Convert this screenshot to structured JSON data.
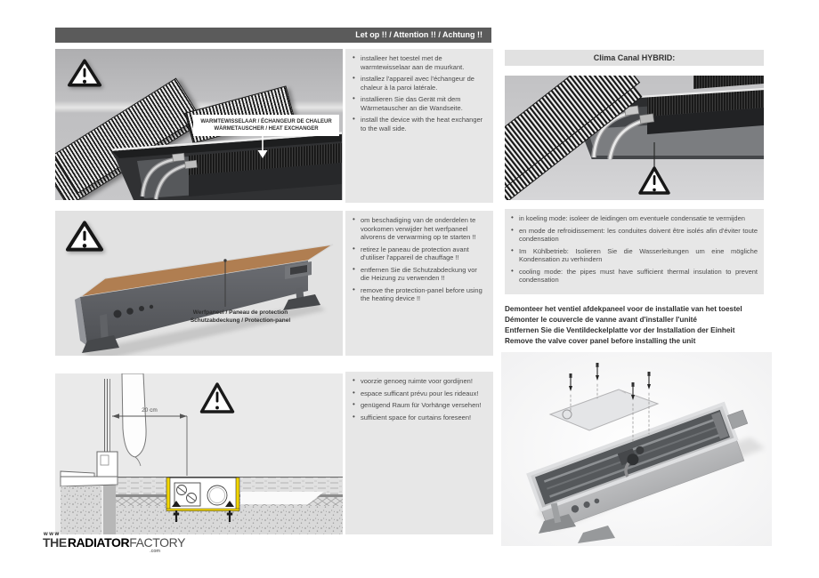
{
  "header": {
    "alert_bar": "Let op !! / Attention !! / Achtung !!"
  },
  "sections": {
    "s1": {
      "label_line1": "WARMTEWISSELAAR / ÉCHANGEUR DE CHALEUR",
      "label_line2": "WÄRMETAUSCHER / HEAT EXCHANGER",
      "bullets": [
        "installeer het toestel met de warmtewisselaar aan de muurkant.",
        "installez l'appareil avec l'échangeur de chaleur à la paroi latérale.",
        "installieren Sie das Gerät mit dem Wärmetauscher an die Wandseite.",
        "install the device with the heat exchanger to the wall side."
      ]
    },
    "s2": {
      "label_line1": "Werfpaneel / Paneau de protection",
      "label_line2": "Schutzabdeckung / Protection-panel",
      "bullets": [
        "om beschadiging van de onderdelen te voorkomen verwijder het werfpaneel alvorens de verwarming op te starten !!",
        "retirez le paneau de protection avant d'utiliser l'appareil de chauffage !!",
        "entfernen Sie die Schutzabdeckung vor die Heizung zu verwenden !!",
        "remove the protection-panel before using the heating device !!"
      ]
    },
    "s3": {
      "dimension_label": "20 cm",
      "bullets": [
        "voorzie genoeg ruimte voor gordijnen!",
        "espace sufficant prévu pour les rideaux!",
        "genügend Raum für Vorhänge versehen!",
        "sufficient space for curtains foreseen!"
      ]
    }
  },
  "hybrid": {
    "title": "Clima Canal HYBRID:",
    "bullets": [
      "in koeling mode: isoleer de leidingen om eventuele condensatie te vermijden",
      "en mode de refroidissement: les conduites doivent être isolés afin d'éviter toute condensation",
      "Im Kühlbetrieb: Isolieren Sie die Wasserleitungen um eine mögliche Kondensation zu verhindern",
      "cooling mode: the pipes must have sufficient thermal insulation to prevent condensation"
    ],
    "valve_note": {
      "nl": "Demonteer het ventiel afdekpaneel voor de installatie van het toestel",
      "fr": "Démonter le couvercle de vanne avant d'installer l'unité",
      "de": "Entfernen Sie die Ventildeckelplatte vor der Installation der Einheit",
      "en": "Remove the valve cover panel before installing the unit"
    }
  },
  "logo": {
    "www": "www",
    "the": "THE",
    "radiator": "RADIATOR",
    "factory": "FACTORY",
    "tld": ".com"
  },
  "colors": {
    "alert_bar_bg": "#5b5b5b",
    "panel_bg": "#e7e7e7",
    "warning_yellow": "#f2d500",
    "wood_panel": "#b07e51"
  }
}
